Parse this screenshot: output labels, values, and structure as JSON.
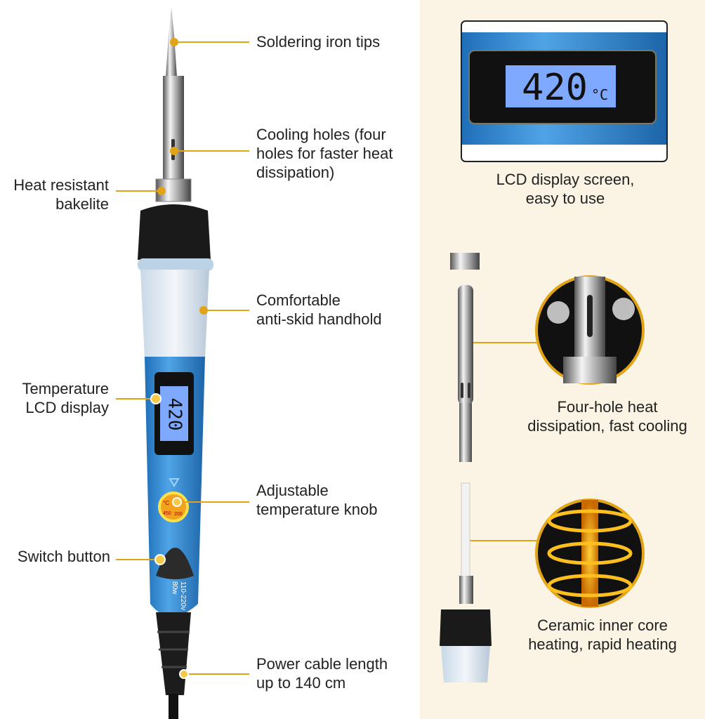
{
  "labels": {
    "tips": "Soldering iron tips",
    "cooling": [
      "Cooling holes (four",
      "holes for faster heat",
      "dissipation)"
    ],
    "bakelite": [
      "Heat resistant",
      "bakelite"
    ],
    "handhold": [
      "Comfortable",
      "anti-skid handhold"
    ],
    "lcd": [
      "Temperature",
      "LCD display"
    ],
    "knob": [
      "Adjustable",
      "temperature knob"
    ],
    "switch": "Switch button",
    "cable": [
      "Power cable length",
      "up to 140 cm"
    ],
    "lcd_screen": [
      "LCD display screen,",
      "easy to use"
    ],
    "four_hole": [
      "Four-hole heat",
      "dissipation, fast cooling"
    ],
    "ceramic": [
      "Ceramic inner core",
      "heating, rapid heating"
    ]
  },
  "device": {
    "display_value": "420",
    "display_unit": "°C",
    "knob_min": "200",
    "knob_max": "450",
    "knob_unit": "°C",
    "voltage": "110-220v",
    "power": "80w"
  },
  "colors": {
    "accent": "#e2a417",
    "body_blue": "#3f94d6",
    "panel_bg": "#fbf4e4",
    "lcd_blue": "#7fa9ff"
  }
}
